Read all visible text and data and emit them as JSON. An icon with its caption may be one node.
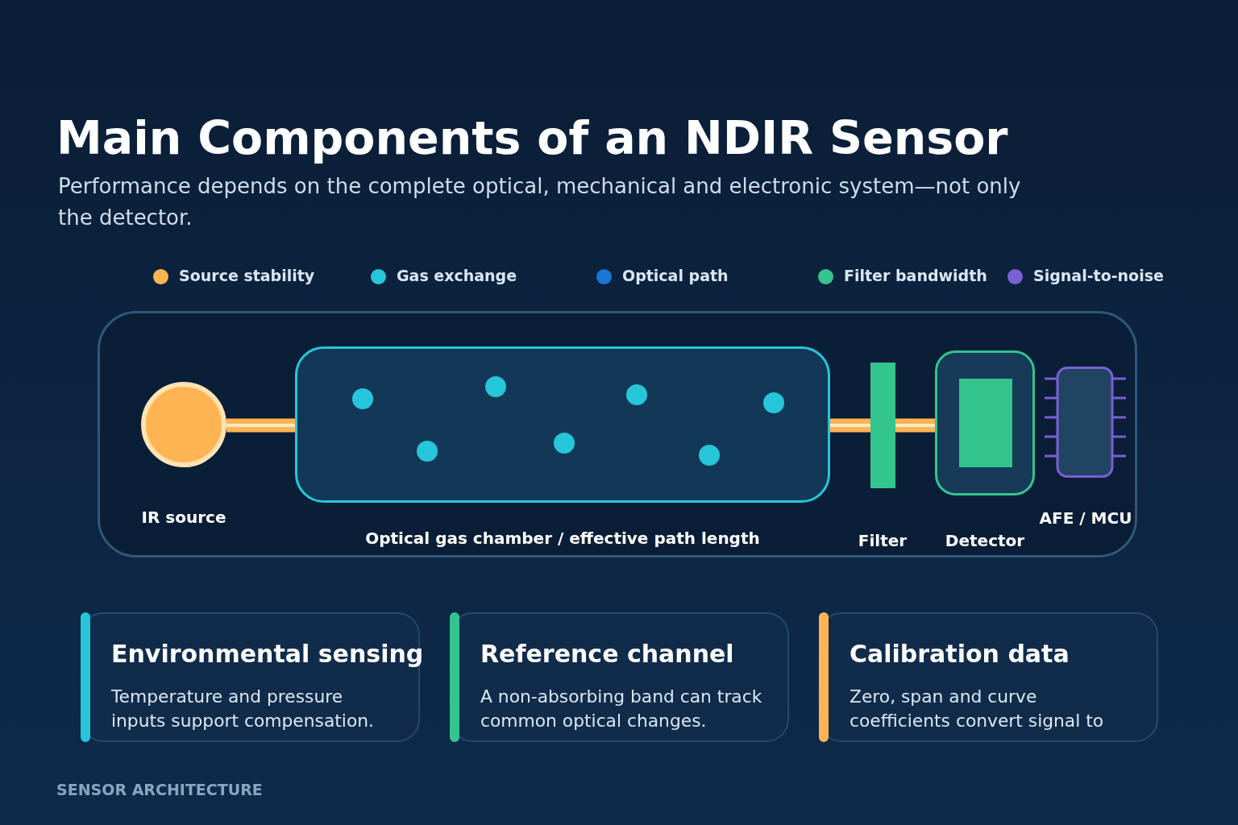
{
  "diagram": {
    "title": "Main Components of an NDIR Sensor",
    "caption": "Performance depends on the complete optical, mechanical and electronic system—not only the detector.",
    "nodes": [
      {
        "text": [
          "IR source"
        ]
      },
      {
        "text": [
          "Optical gas chamber / effective path length"
        ]
      },
      {
        "text": [
          "Filter"
        ]
      },
      {
        "text": [
          "Detector"
        ]
      },
      {
        "text": [
          "AFE / MCU"
        ]
      },
      {
        "text": [
          "Environmental sensing",
          "Temperature and pressure inputs support compensation."
        ]
      },
      {
        "text": [
          "Reference channel",
          "A non-absorbing band can track common optical changes."
        ]
      },
      {
        "text": [
          "Calibration data",
          "Zero, span and curve coefficients convert signal to"
        ]
      }
    ],
    "edges": [
      {
        "from": 0,
        "to": 1,
        "arrow": "none"
      },
      {
        "from": 1,
        "to": 2,
        "arrow": "none"
      },
      {
        "from": 2,
        "to": 3,
        "arrow": "none"
      }
    ],
    "labels": [
      "SENSOR ARCHITECTURE"
    ],
    "legend": [
      {
        "text": "Source stability",
        "color": "#ffb454"
      },
      {
        "text": "Gas exchange",
        "color": "#26c6da"
      },
      {
        "text": "Optical path",
        "color": "#1976d2"
      },
      {
        "text": "Filter bandwidth",
        "color": "#34c48e"
      },
      {
        "text": "Signal-to-noise",
        "color": "#7a5fd6"
      }
    ]
  }
}
